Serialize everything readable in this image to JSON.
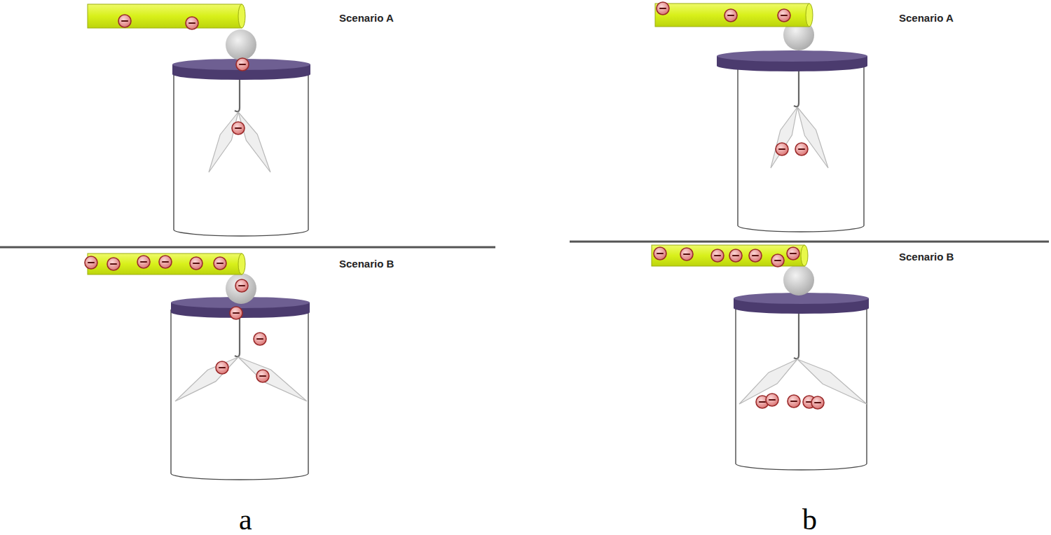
{
  "diagram": {
    "labels": [
      "Scenario A",
      "Scenario B",
      "a",
      "Scenario A",
      "Scenario B",
      "b"
    ]
  }
}
